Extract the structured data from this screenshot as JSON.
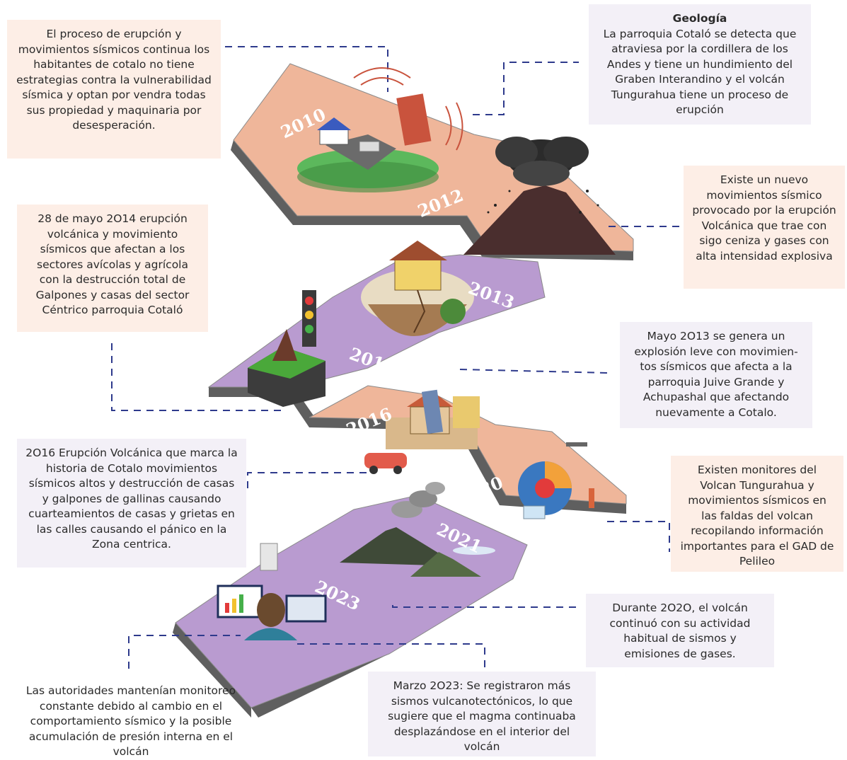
{
  "years": [
    "2010",
    "2012",
    "2013",
    "2014",
    "2016",
    "2020",
    "2021",
    "2023"
  ],
  "notes": {
    "left_2010": "El proceso de erupción y movimientos sísmicos continua los habitantes de cotalo no tiene estrategias contra la vulnerabilidad sísmica y optan por vendra todas sus propiedad y maquinaria por desesperación.",
    "geologia_title": "Geología",
    "geologia_text": "La parroquia Cotaló se detecta que atraviesa por la cordillera de los Andes y tiene un hundimiento del Graben Interandino y el volcán Tungurahua tiene un proceso de erupción",
    "right_2012": "Existe un nuevo movimientos sísmico provocado por la erupción Volcánica que trae con sigo ceniza y gases con alta intensidad explosiva",
    "left_2014": "28 de mayo 2O14 erupción volcánica y movimiento sísmicos que afectan a los sectores avícolas y agrícola con la destrucción total de Galpones y casas del sector Céntrico parroquia Cotaló",
    "right_2013": "Mayo 2O13 se genera un explosión leve con movimien-tos sísmicos que afecta a la parroquia Juive Grande y Achupashal que afectando nuevamente a Cotalo.",
    "left_2016": "2O16 Erupción Volcánica que marca la historia de Cotalo movimientos sísmicos altos y destrucción de casas y galpones de gallinas causando cuarteamientos de casas y grietas en las calles causando el pánico en la Zona centrica.",
    "right_2020": "Existen monitores del Volcan Tungurahua y movimientos sísmicos en las faldas del volcan recopilando información importantes para el GAD de Pelileo",
    "right_2021": "Durante 2O2O, el volcán continuó con su actividad habitual de sismos y emisiones de gases.",
    "bottom_left": "Las autoridades mantenían monitoreo constante debido al cambio en el comportamiento sísmico y la posible acumulación de presión interna en el volcán",
    "bottom_mid": "Marzo 2O23: Se registraron más sismos vulcanotectónicos, lo que sugiere que el magma continuaba desplazándose en el interior del volcán"
  },
  "colors": {
    "road_peach": "#efb69a",
    "road_lilac": "#b99bd0",
    "road_edge": "#7b7b7b",
    "connector": "#2e3a8c"
  }
}
